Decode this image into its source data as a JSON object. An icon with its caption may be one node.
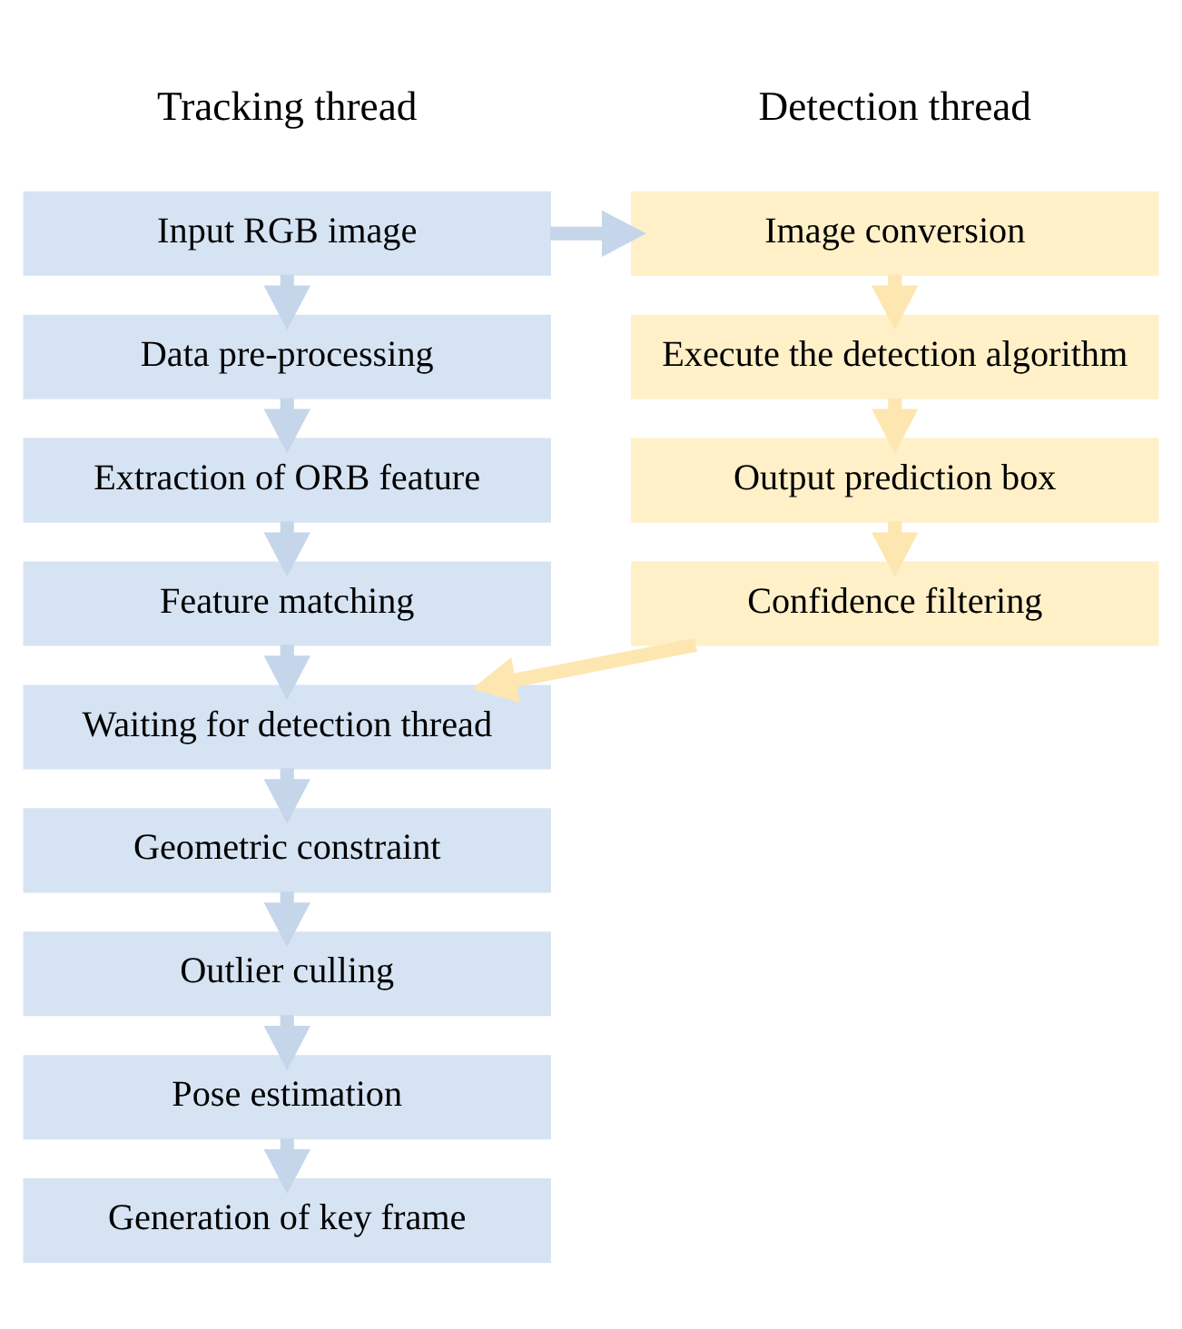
{
  "diagram": {
    "nodes": [
      {
        "text": [
          "Input RGB image"
        ]
      },
      {
        "text": [
          "Data pre-processing"
        ]
      },
      {
        "text": [
          "Extraction of ORB feature"
        ]
      },
      {
        "text": [
          "Feature matching"
        ]
      },
      {
        "text": [
          "Waiting for detection thread"
        ]
      },
      {
        "text": [
          "Geometric constraint"
        ]
      },
      {
        "text": [
          "Outlier culling"
        ]
      },
      {
        "text": [
          "Pose estimation"
        ]
      },
      {
        "text": [
          "Generation of key frame"
        ]
      },
      {
        "text": [
          "Image conversion"
        ]
      },
      {
        "text": [
          "Execute the detection algorithm"
        ]
      },
      {
        "text": [
          "Output prediction box"
        ]
      },
      {
        "text": [
          "Confidence filtering"
        ]
      }
    ],
    "edges": [
      {
        "from": 0,
        "to": 1,
        "arrow": "to"
      },
      {
        "from": 1,
        "to": 2,
        "arrow": "to"
      },
      {
        "from": 2,
        "to": 3,
        "arrow": "to"
      },
      {
        "from": 3,
        "to": 4,
        "arrow": "to"
      },
      {
        "from": 4,
        "to": 5,
        "arrow": "to"
      },
      {
        "from": 5,
        "to": 6,
        "arrow": "to"
      },
      {
        "from": 6,
        "to": 7,
        "arrow": "to"
      },
      {
        "from": 7,
        "to": 8,
        "arrow": "to"
      },
      {
        "from": 0,
        "to": 9,
        "arrow": "to"
      },
      {
        "from": 9,
        "to": 10,
        "arrow": "to",
        "color": "#fde6b0"
      },
      {
        "from": 10,
        "to": 11,
        "arrow": "to",
        "color": "#fde6b0"
      },
      {
        "from": 11,
        "to": 12,
        "arrow": "to",
        "color": "#fde6b0"
      },
      {
        "from": 12,
        "to": 4,
        "arrow": "to",
        "color": "#fde6b0"
      }
    ],
    "labels": [
      "Tracking thread",
      "Detection thread"
    ]
  }
}
